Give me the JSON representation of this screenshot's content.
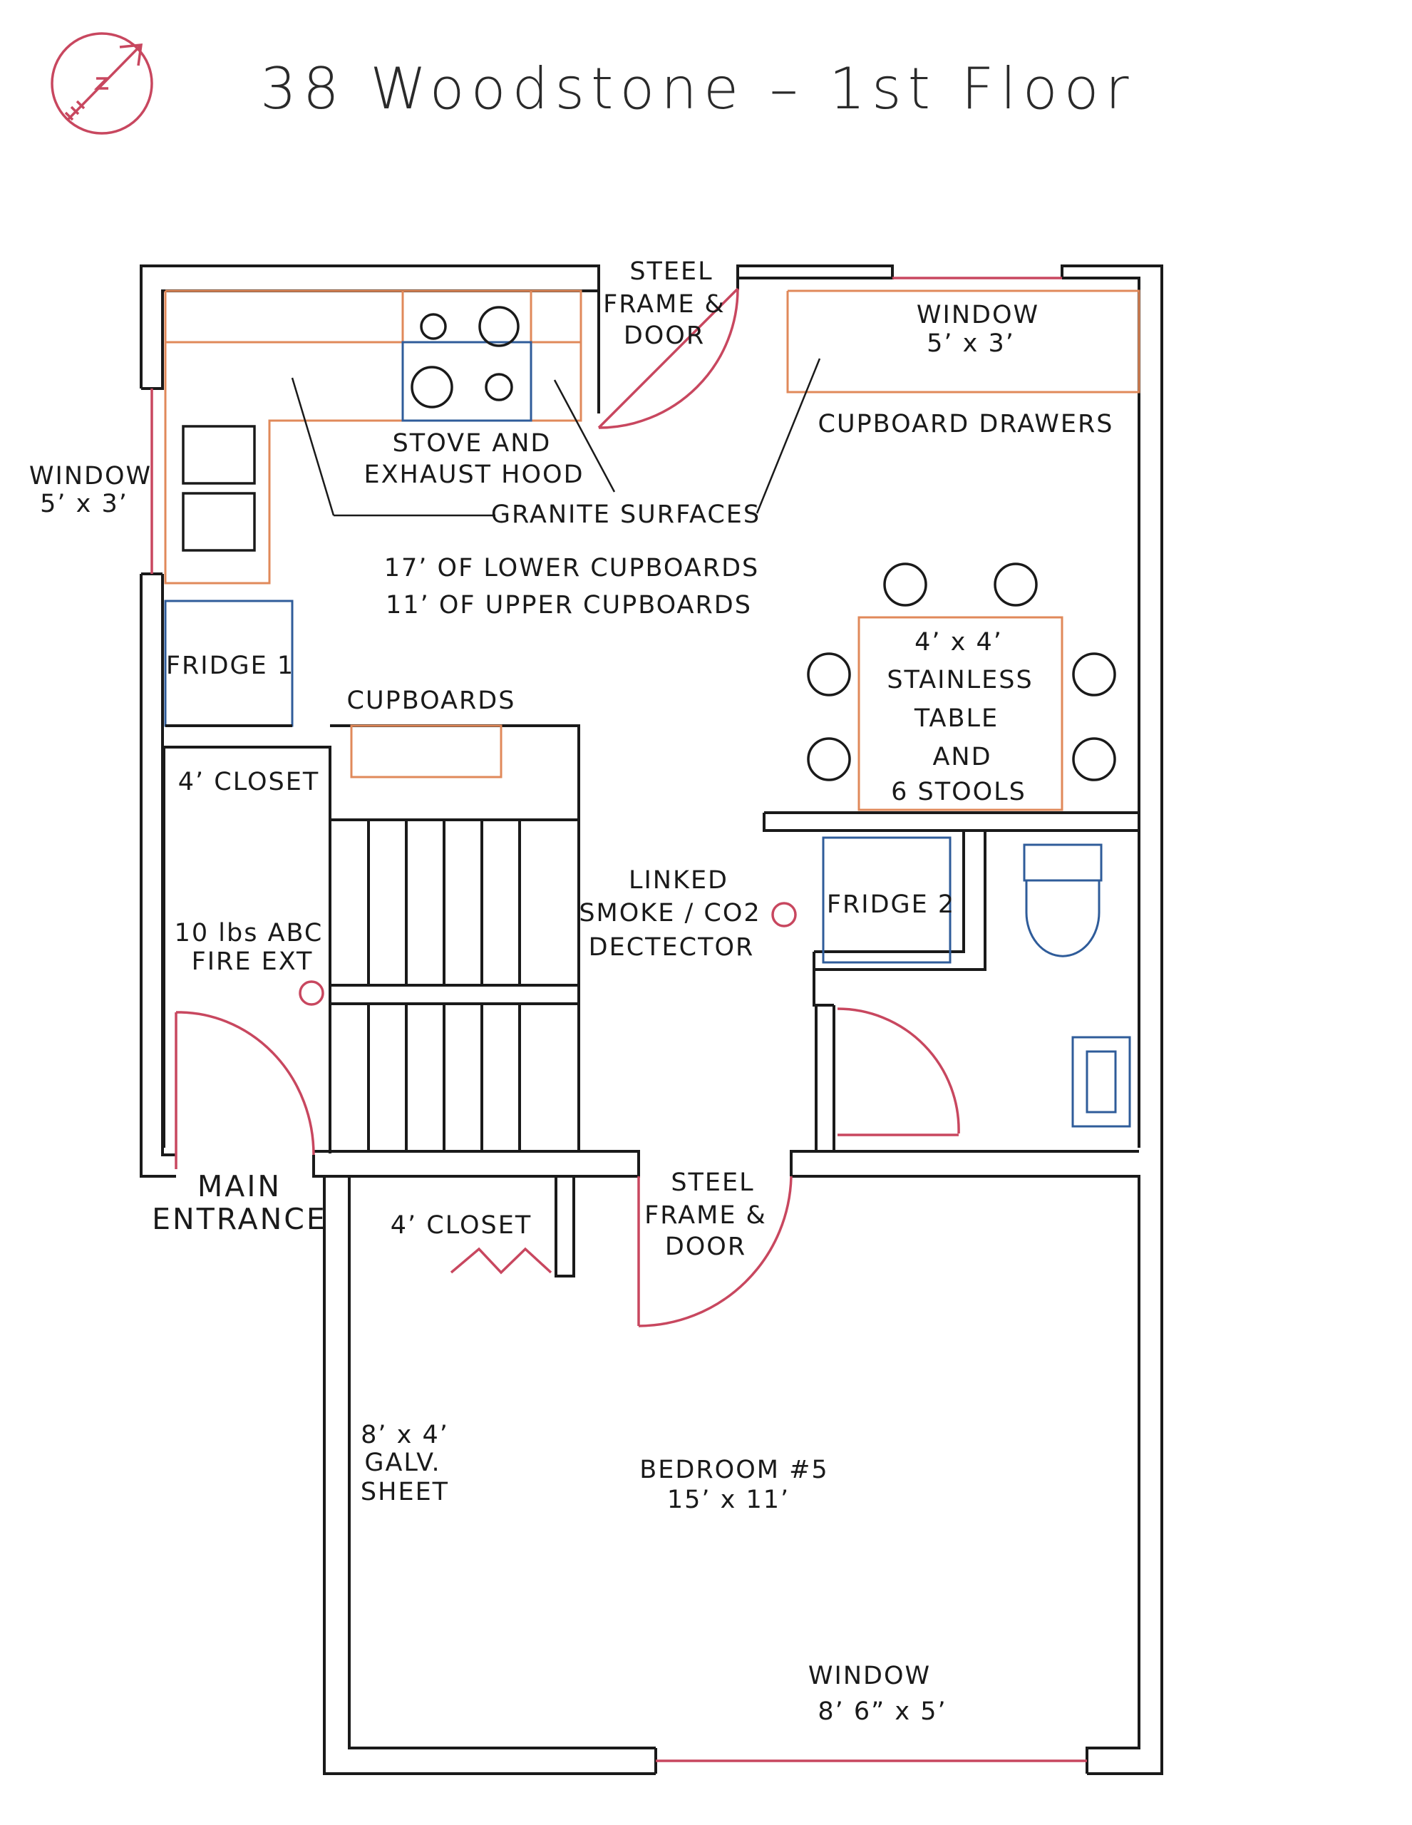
{
  "title": "38 Woodstone – 1st Floor",
  "colors": {
    "walls": "#1a1a1a",
    "kitchen_fixtures": "#e0895a",
    "appliances": "#2f5c9a",
    "doors_windows": "#c8475f"
  },
  "icons": {
    "compass": "north-arrow-icon"
  },
  "labels": {
    "steel_door_top": [
      "STEEL",
      "FRAME &",
      "DOOR"
    ],
    "window_top": [
      "WINDOW",
      "5’ x 3’"
    ],
    "cupboard_drawers": "CUPBOARD DRAWERS",
    "window_left": [
      "WINDOW",
      "5’ x 3’"
    ],
    "stove": [
      "STOVE AND",
      "EXHAUST HOOD"
    ],
    "granite": "GRANITE SURFACES",
    "cupboards_lengths": [
      "17’ OF LOWER CUPBOARDS",
      "11’ OF UPPER CUPBOARDS"
    ],
    "fridge1": "FRIDGE 1",
    "cupboards": "CUPBOARDS",
    "table": [
      "4’ x 4’",
      "STAINLESS",
      "TABLE",
      "AND",
      "6 STOOLS"
    ],
    "closet_left": "4’  CLOSET",
    "fire_ext": [
      "10 lbs ABC",
      "FIRE EXT"
    ],
    "smoke_detector": [
      "LINKED",
      "SMOKE / CO2",
      "DECTECTOR"
    ],
    "fridge2": "FRIDGE 2",
    "main_entrance": [
      "MAIN",
      "ENTRANCE"
    ],
    "closet_bedroom": "4’  CLOSET",
    "steel_door_mid": [
      "STEEL",
      "FRAME &",
      "DOOR"
    ],
    "galv_sheet": [
      "8’ x 4’",
      "GALV.",
      "SHEET"
    ],
    "bedroom": [
      "BEDROOM #5",
      "15’ x 11’"
    ],
    "window_bottom": [
      "WINDOW",
      "8’ 6” x 5’"
    ]
  }
}
